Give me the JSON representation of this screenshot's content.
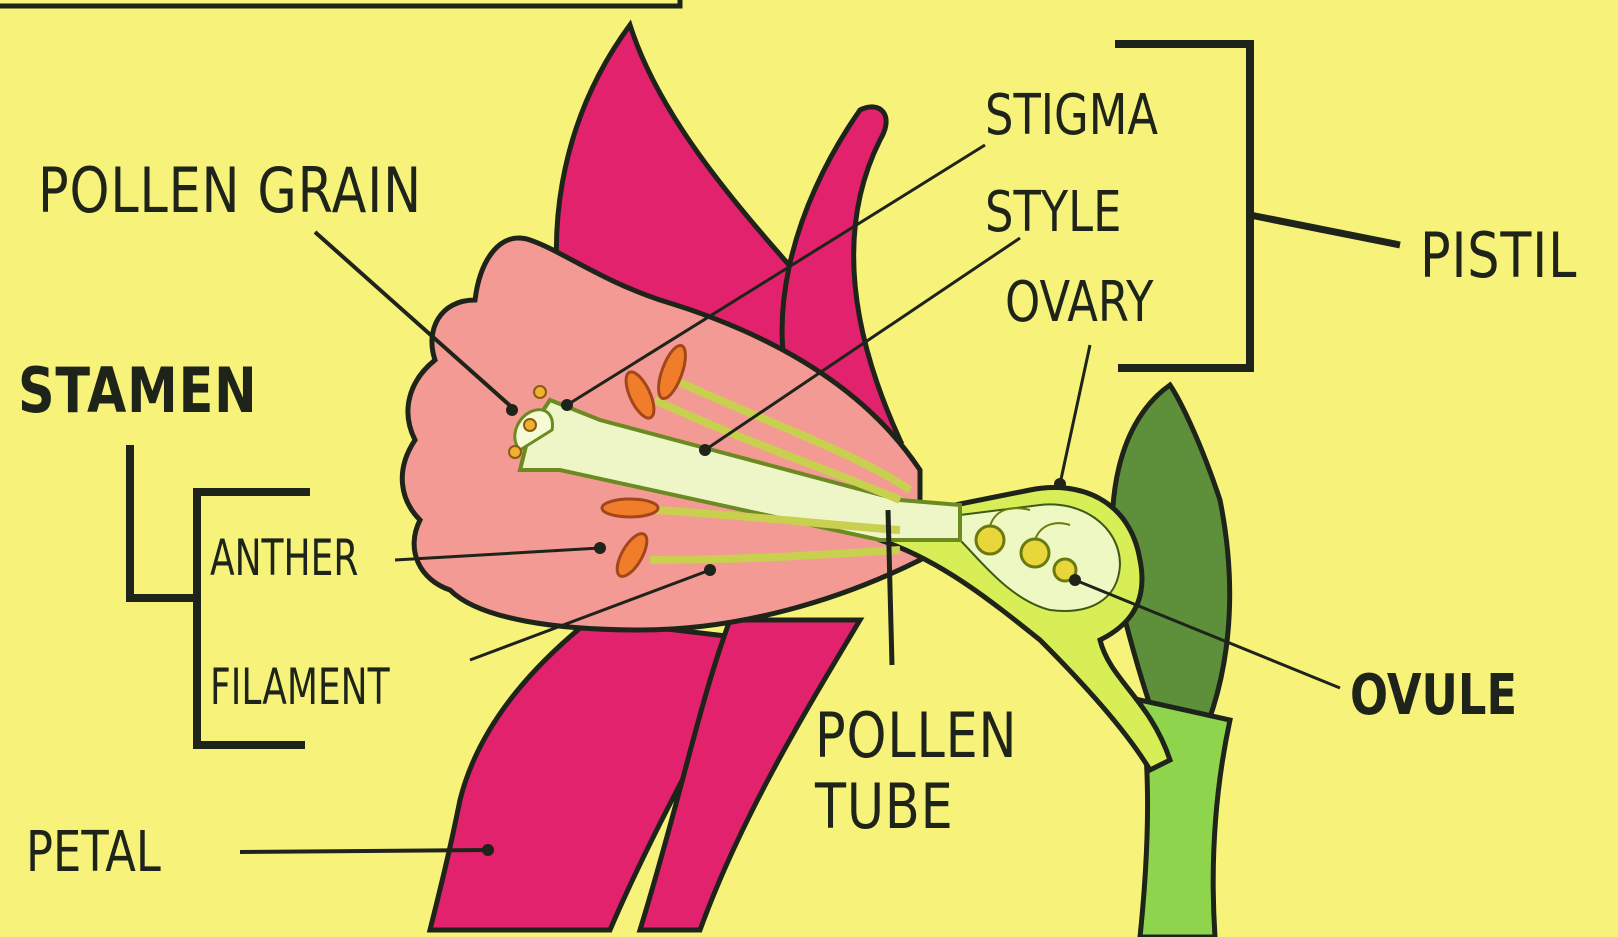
{
  "diagram": {
    "background_color": "#f7f37a",
    "labels": {
      "pollen_grain": "POLLEN GRAIN",
      "stamen": "STAMEN",
      "anther": "ANTHER",
      "filament": "FILAMENT",
      "petal": "PETAL",
      "stigma": "STIGMA",
      "style": "STYLE",
      "ovary": "OVARY",
      "pistil": "PISTIL",
      "pollen_tube": "POLLEN TUBE",
      "ovule": "OVULE"
    },
    "colors": {
      "petal": "#e3226d",
      "corolla": "#f29a93",
      "anther": "#f07d2a",
      "filament": "#c9cf4e",
      "ovary": "#d8ee57",
      "leaf": "#5e8f3a",
      "stem": "#8fd44d",
      "ink": "#1f241a"
    }
  }
}
